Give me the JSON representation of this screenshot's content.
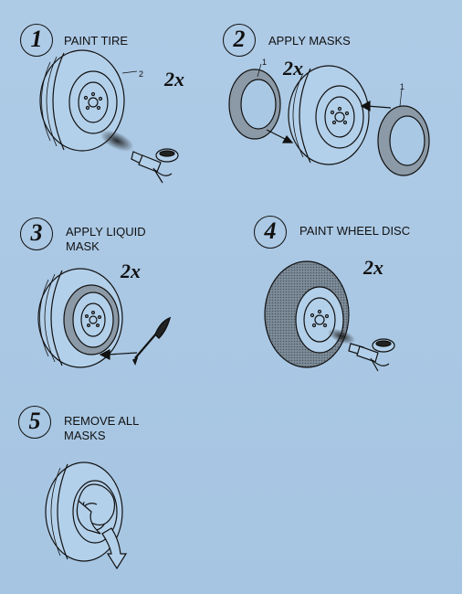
{
  "steps": [
    {
      "number": "1",
      "title": "PAINT TIRE",
      "quantity": "2x",
      "callout": "2"
    },
    {
      "number": "2",
      "title": "APPLY MASKS",
      "quantity": "2x",
      "callout_left": "1",
      "callout_right": "1"
    },
    {
      "number": "3",
      "title_line1": "APPLY LIQUID",
      "title_line2": "MASK",
      "quantity": "2x"
    },
    {
      "number": "4",
      "title": "PAINT WHEEL DISC",
      "quantity": "2x"
    },
    {
      "number": "5",
      "title_line1": "REMOVE  ALL",
      "title_line2": "MASKS"
    }
  ],
  "colors": {
    "background": "#a9c8e4",
    "line": "#111111",
    "paint_fill": "#6f7d8a",
    "mask_fill": "#8c9aa7"
  },
  "icons": [
    "airbrush-icon",
    "paintbrush-icon",
    "arrow-icon",
    "wheel-icon",
    "mask-ring-icon"
  ]
}
